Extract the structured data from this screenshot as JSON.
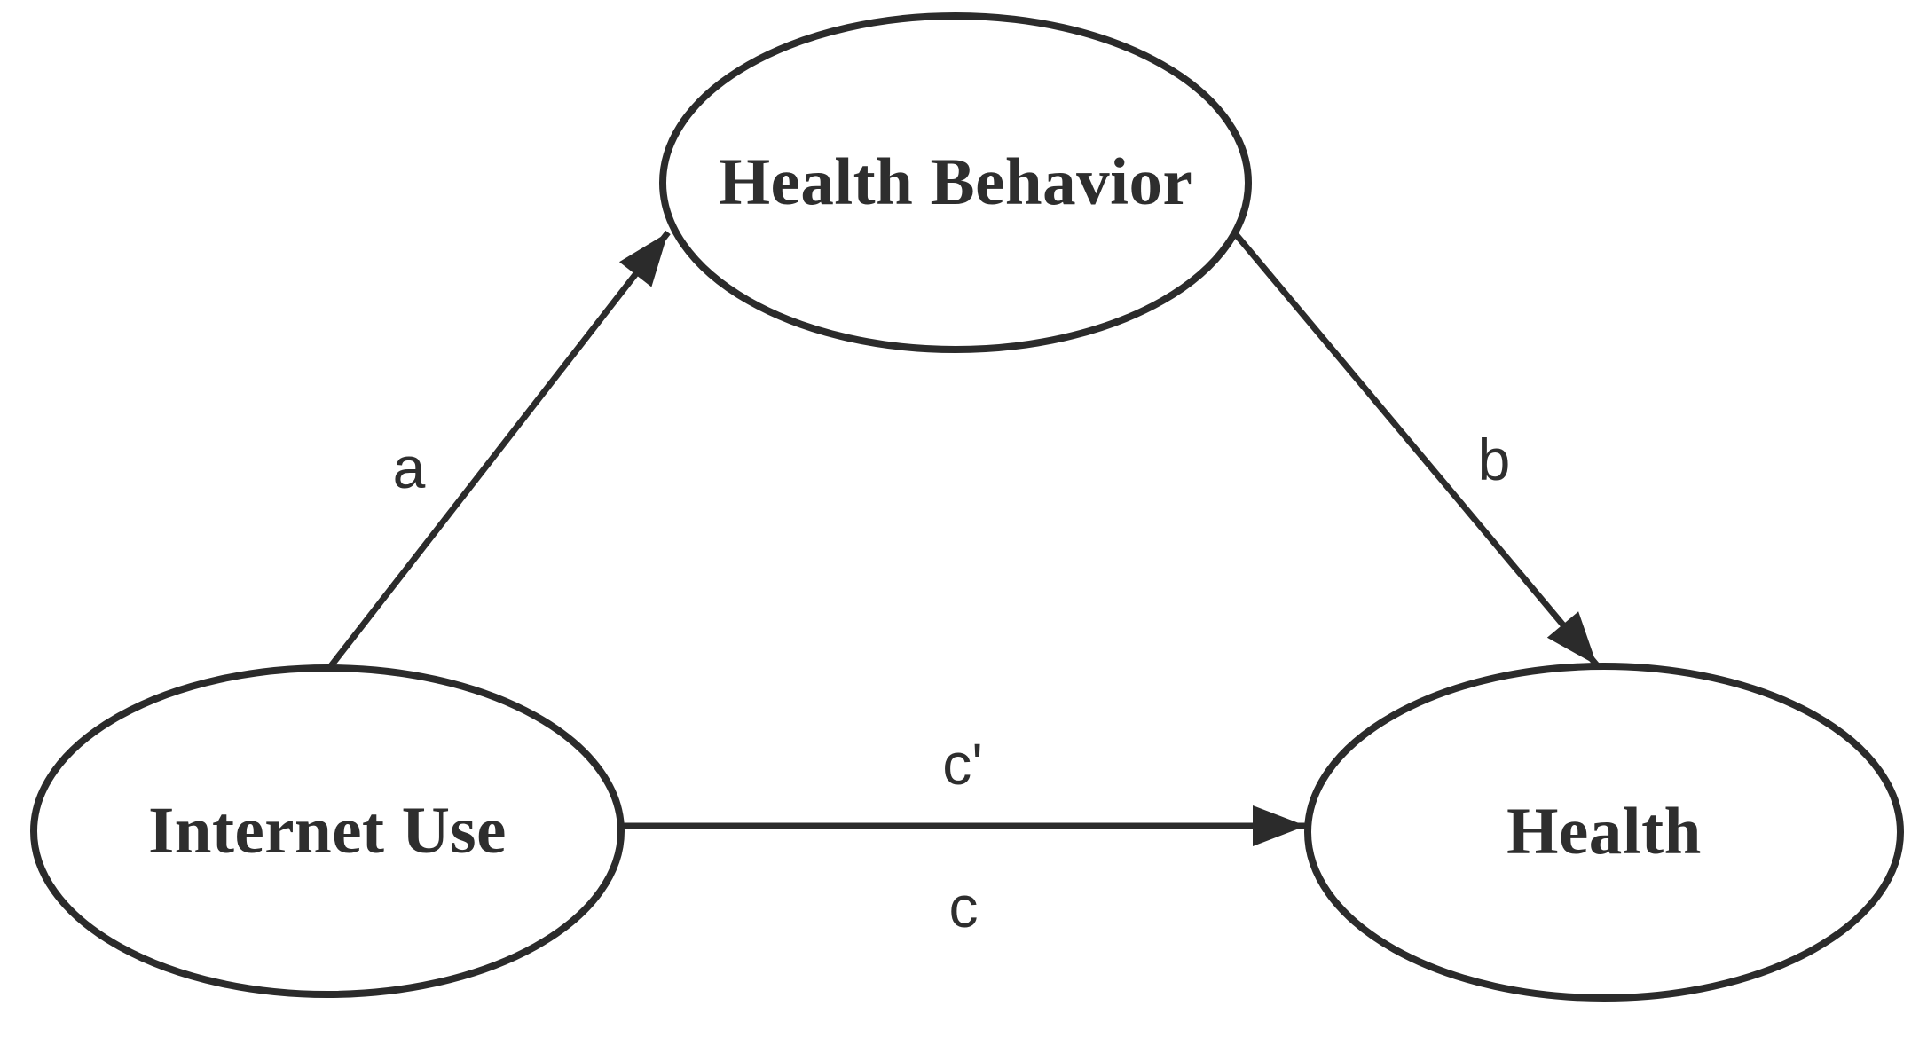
{
  "figure": {
    "background_color": "#ffffff",
    "line_color": "#2b2b2b",
    "text_color": "#2e2e2e",
    "nodes": [
      {
        "id": "health-behavior",
        "label": "Health Behavior"
      },
      {
        "id": "internet-use",
        "label": "Internet Use"
      },
      {
        "id": "health",
        "label": "Health"
      }
    ],
    "edges": [
      {
        "id": "a",
        "label": "a",
        "from": "Internet Use",
        "to": "Health Behavior"
      },
      {
        "id": "b",
        "label": "b",
        "from": "Health Behavior",
        "to": "Health"
      },
      {
        "id": "c",
        "label_above": "c'",
        "label_below": "c",
        "from": "Internet Use",
        "to": "Health"
      }
    ]
  }
}
